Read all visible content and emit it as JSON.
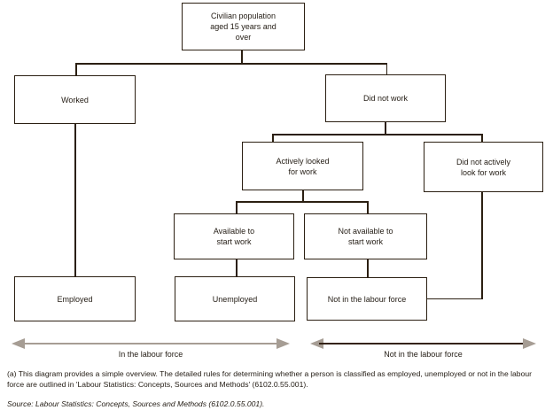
{
  "diagram": {
    "nodes": {
      "civilian": "Civilian population aged 15 years and over",
      "worked": "Worked",
      "did_not_work": "Did not work",
      "actively_looked": "Actively looked for work",
      "did_not_actively": "Did not actively look for work",
      "available": "Available to start work",
      "not_available": "Not available to start work",
      "employed": "Employed",
      "unemployed": "Unemployed",
      "not_in_labour_force": "Not in the labour force"
    },
    "range_arrows": {
      "in_labour_force": "In the labour force",
      "not_in_labour_force": "Not in the labour force"
    },
    "colors": {
      "box_border": "#2b1f12",
      "text": "#231c14",
      "arrow_gray": "#a69d94",
      "arrow_dark": "#352317"
    }
  },
  "notes": {
    "footnote": "(a) This diagram provides a simple overview. The detailed rules for determining whether a person is classified as employed, unemployed or not in the labour force are outlined in 'Labour Statistics: Concepts, Sources and Methods' (6102.0.55.001).",
    "source": "Source: Labour Statistics: Concepts, Sources and Methods (6102.0.55.001)."
  }
}
